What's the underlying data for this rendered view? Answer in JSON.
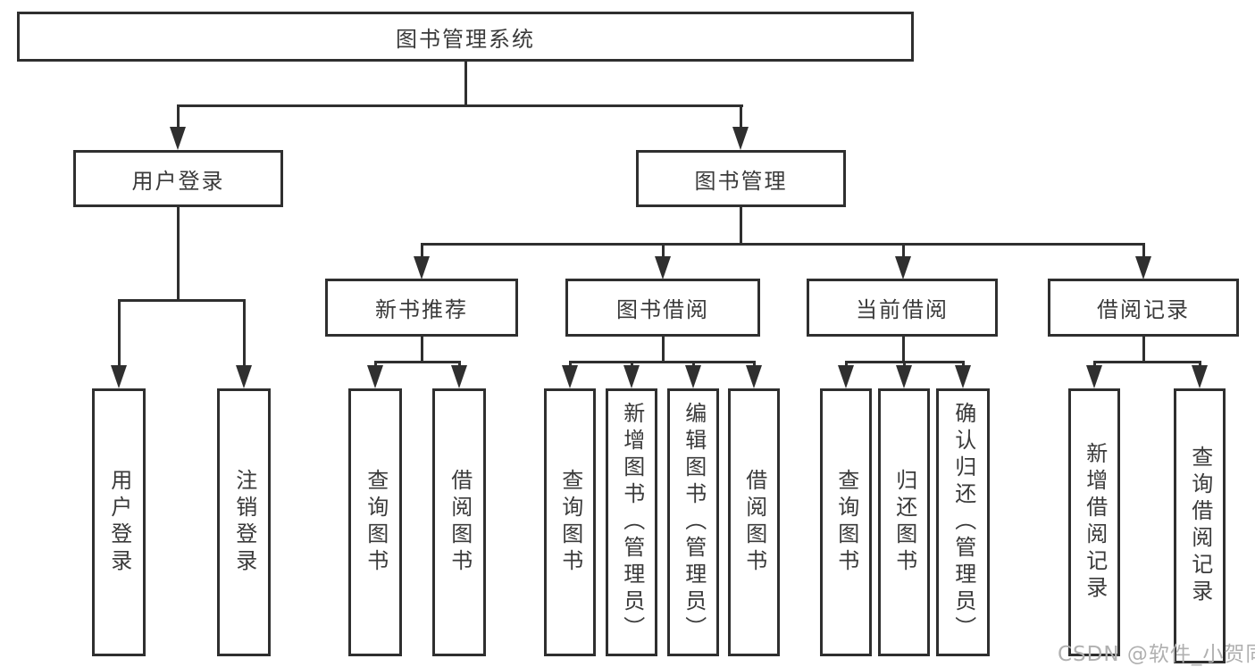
{
  "diagram": {
    "root": {
      "label": "图书管理系统"
    },
    "children": [
      {
        "label": "用户登录",
        "children": [
          {
            "label": "用户登录"
          },
          {
            "label": "注销登录"
          }
        ]
      },
      {
        "label": "图书管理",
        "children": [
          {
            "label": "新书推荐",
            "children": [
              {
                "label": "查询图书"
              },
              {
                "label": "借阅图书"
              }
            ]
          },
          {
            "label": "图书借阅",
            "children": [
              {
                "label": "查询图书"
              },
              {
                "label": "新增图书（管理员）"
              },
              {
                "label": "编辑图书（管理员）"
              },
              {
                "label": "借阅图书"
              }
            ]
          },
          {
            "label": "当前借阅",
            "children": [
              {
                "label": "查询图书"
              },
              {
                "label": "归还图书"
              },
              {
                "label": "确认归还（管理员）"
              }
            ]
          },
          {
            "label": "借阅记录",
            "children": [
              {
                "label": "新增借阅记录"
              },
              {
                "label": "查询借阅记录"
              }
            ]
          }
        ]
      }
    ]
  },
  "watermark": {
    "text": "CSDN @软件_小贺同学"
  },
  "colors": {
    "line": "#2f2f2f",
    "text": "#3a3a3a",
    "watermark_color": "#b0b0b0",
    "background": "#ffffff"
  }
}
